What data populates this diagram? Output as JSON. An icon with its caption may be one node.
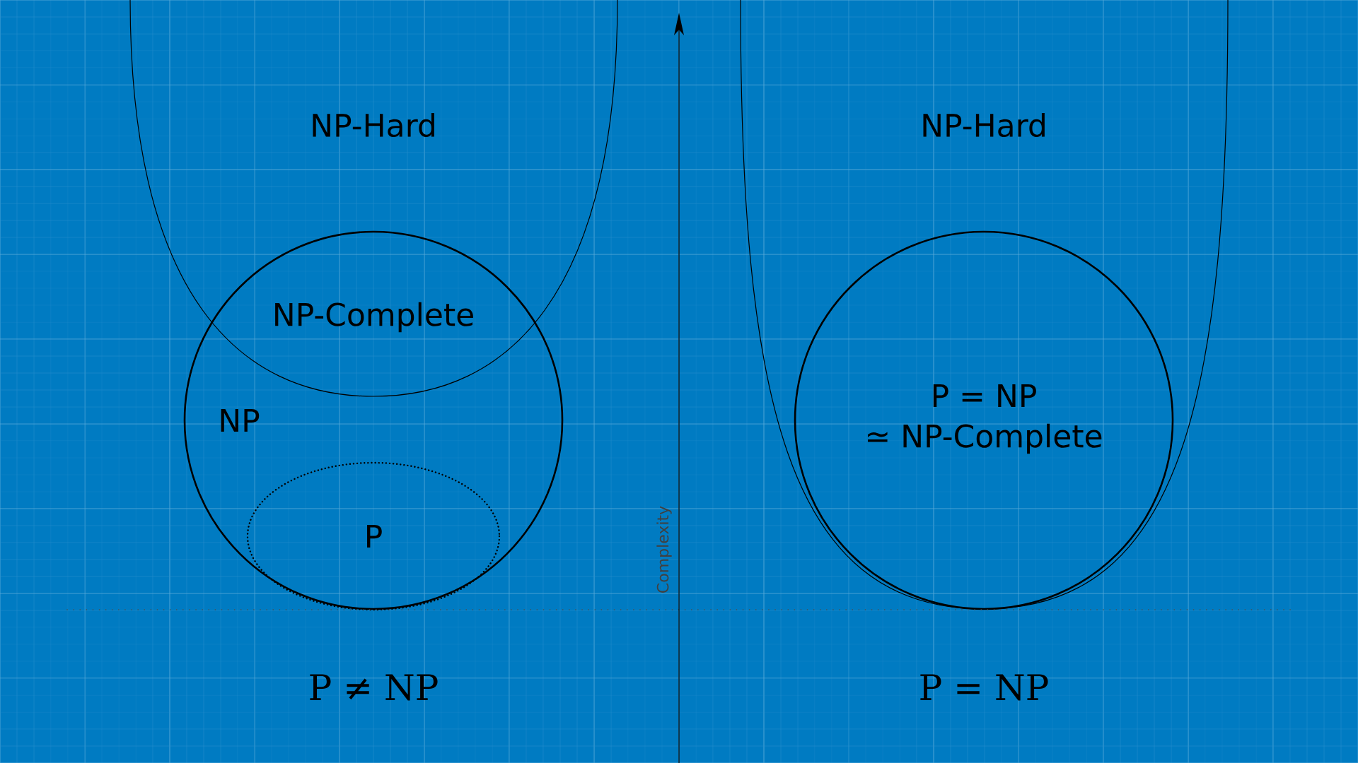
{
  "diagram": {
    "nodes": [
      {
        "text": [
          "NP-Hard"
        ]
      },
      {
        "text": [
          "NP"
        ]
      },
      {
        "text": [
          "P"
        ],
        "in": 1
      },
      {
        "text": [
          "NP-Hard"
        ]
      },
      {
        "text": [
          "P = NP",
          "≃ NP-Complete"
        ],
        "in": 3
      }
    ],
    "labels": [
      "NP-Complete",
      "Complexity",
      "P ≠ NP",
      "P = NP"
    ]
  }
}
